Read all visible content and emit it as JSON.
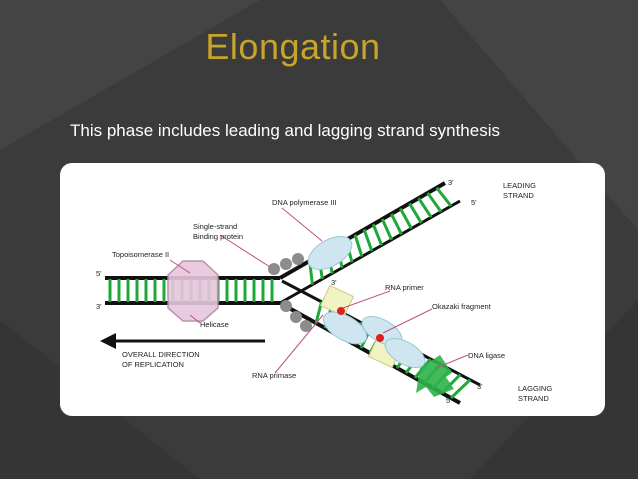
{
  "slide": {
    "title": "Elongation",
    "subtitle": "This phase includes leading and lagging strand synthesis"
  },
  "diagram": {
    "labels": {
      "dna_polymerase": "DNA polymerase III",
      "ssb": "Single-strand\nBinding protein",
      "topoisomerase": "Topoisomerase II",
      "helicase": "Helicase",
      "rna_primer": "RNA primer",
      "okazaki": "Okazaki fragment",
      "dna_ligase": "DNA ligase",
      "rna_primase": "RNA primase",
      "direction": "OVERALL DIRECTION\nOF REPLICATION",
      "leading": "LEADING\nSTRAND",
      "lagging": "LAGGING\nSTRAND"
    },
    "end_marks": {
      "left_top": "5'",
      "left_bottom": "3'",
      "leading_top": "3'",
      "leading_mid": "5'",
      "leading_inner": "3'",
      "lagging_inner": "3'",
      "lagging_bottom": "5'"
    },
    "colors": {
      "strand": "#111111",
      "rungs": "#1ea83a",
      "polymerase": "#cfe6f0",
      "helicase": "#e6c6dc",
      "primase": "#f1f3c2",
      "primer": "#e02020",
      "ssb": "#8c8c8c",
      "ligase": "#2db34a",
      "label_line": "#c05080"
    }
  }
}
